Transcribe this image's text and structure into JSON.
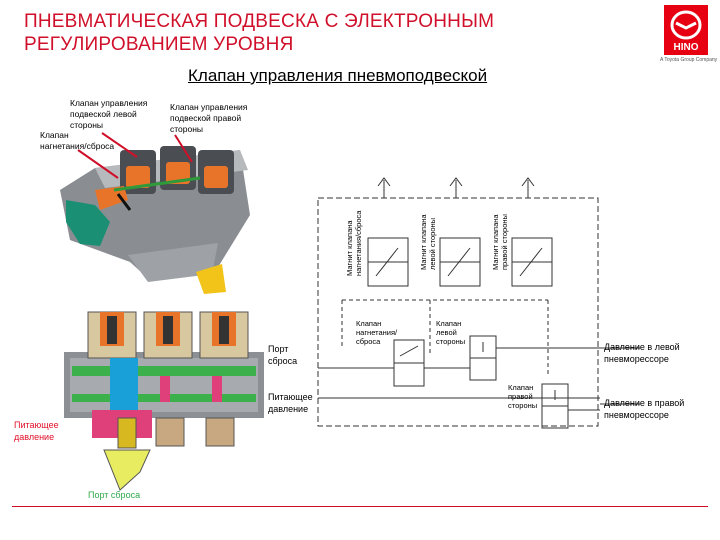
{
  "header": {
    "title_line1": "ПНЕВМАТИЧЕСКАЯ ПОДВЕСКА С ЭЛЕКТРОННЫМ",
    "title_line2": "РЕГУЛИРОВАНИЕМ УРОВНЯ",
    "subtitle": "Клапан управления пневмоподвеской"
  },
  "logo": {
    "text": "HINO",
    "tagline": "A Toyota Group Company",
    "color": "#e60012"
  },
  "photo_labels": {
    "left_valve": [
      "Клапан управления",
      "подвеской левой",
      "стороны"
    ],
    "right_valve": [
      "Клапан управления",
      "подвеской правой",
      "стороны"
    ],
    "charge_valve": [
      "Клапан",
      "нагнетания/сброса"
    ]
  },
  "cutaway_labels": {
    "supply": [
      "Питающее",
      "давление"
    ],
    "exhaust": "Порт сброса"
  },
  "schematic": {
    "magnets": [
      [
        "Магнит клапана",
        "нагнетания/сброса"
      ],
      [
        "Магнит клапана",
        "левой стороны"
      ],
      [
        "Магнит клапана",
        "правой стороны"
      ]
    ],
    "valves": [
      [
        "Клапан",
        "нагнетания/",
        "сброса"
      ],
      [
        "Клапан",
        "левой",
        "стороны"
      ],
      [
        "Клапан",
        "правой",
        "стороны"
      ]
    ],
    "ports_left": {
      "exhaust": [
        "Порт",
        "сброса"
      ],
      "supply": [
        "Питающее",
        "давление"
      ]
    },
    "ports_right": {
      "left_pressure": [
        "Давление в левой",
        "пневморессоре"
      ],
      "right_pressure": [
        "Давление в правой",
        "пневморессоре"
      ]
    }
  },
  "colors": {
    "title_red": "#d0102a",
    "coil_orange": "#e8742a",
    "body_green": "#3cb04a",
    "supply_pink": "#e0407a",
    "cyan": "#1aa0d8",
    "exhaust_green_text": "#2fa84a",
    "supply_red_text": "#e0102a"
  }
}
